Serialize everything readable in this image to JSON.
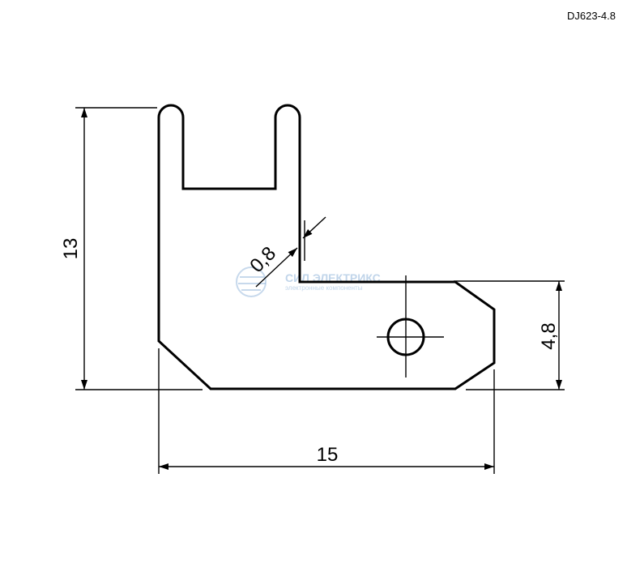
{
  "part_code": "DJ623-4.8",
  "watermark": {
    "title": "СИЛ ЭЛЕКТРИКС",
    "subtitle": "электронные компоненты"
  },
  "dimensions": {
    "height": "13",
    "thickness": "0,8",
    "tab_height": "4,8",
    "width": "15"
  }
}
